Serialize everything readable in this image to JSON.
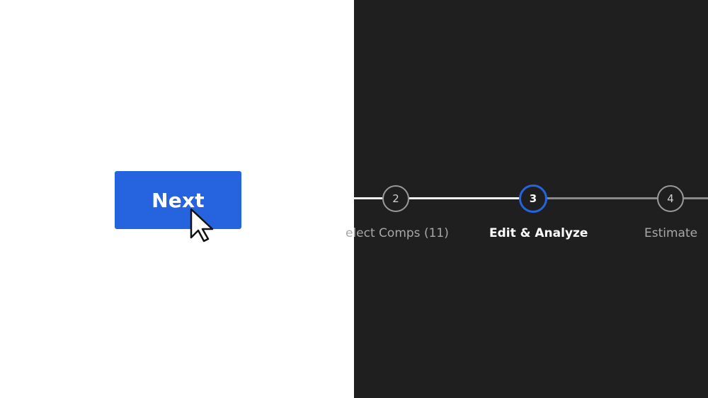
{
  "next_button": {
    "label": "Next"
  },
  "stepper": {
    "steps": [
      {
        "number": "2",
        "label": "elect Comps (11)"
      },
      {
        "number": "3",
        "label": "Edit & Analyze"
      },
      {
        "number": "4",
        "label": "Estimate"
      }
    ],
    "active_step": "3"
  },
  "colors": {
    "accent": "#2563df",
    "left_background": "#ffffff",
    "right_background": "#1f1f1f",
    "completed_line": "#f2f2f2",
    "pending_line": "#8a8a8a"
  },
  "icons": {
    "pointer": "mouse-pointer-icon"
  }
}
